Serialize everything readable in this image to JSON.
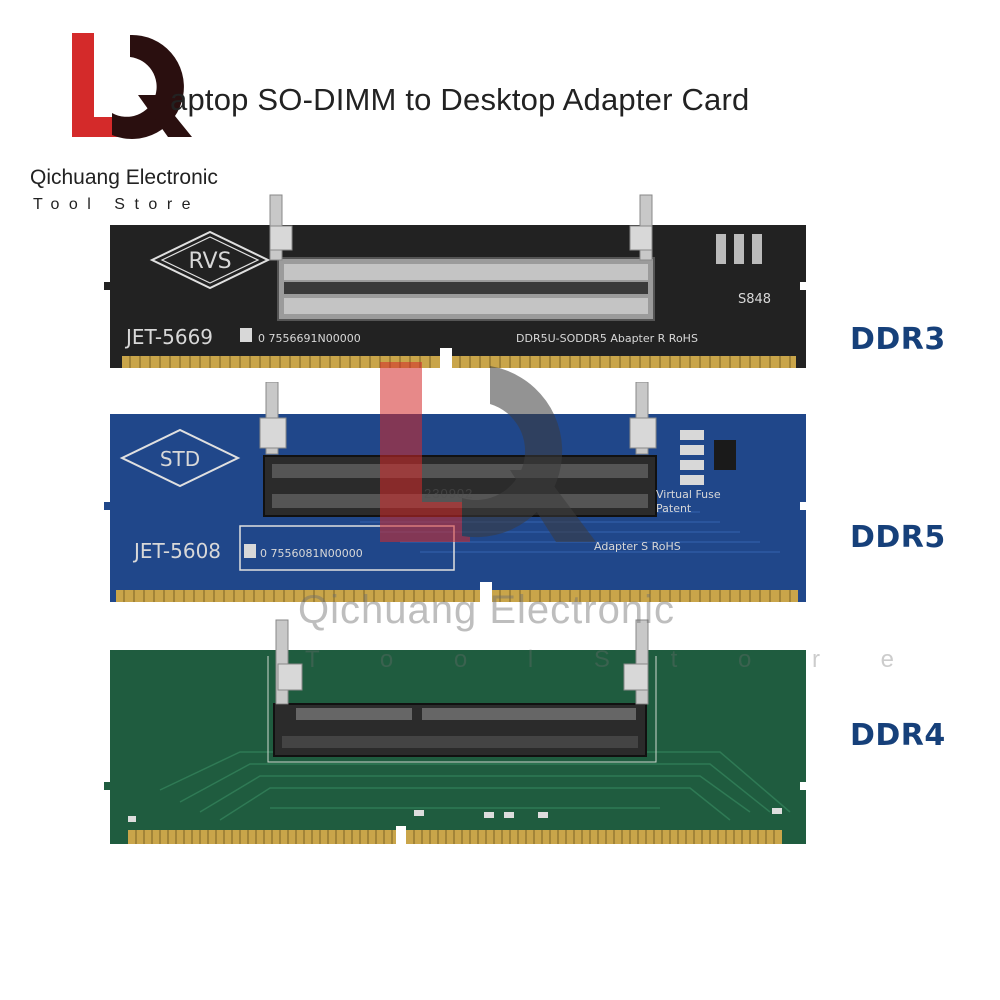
{
  "header": {
    "title": "aptop SO-DIMM to Desktop Adapter Card",
    "brand_name": "Qichuang Electronic",
    "brand_sub": "Tool Store"
  },
  "boards": {
    "ddr3": {
      "label": "DDR3",
      "logo": "RVS",
      "model": "JET-5669",
      "serial": "0  7556691N00000",
      "marking": "DDR5U-SODDR5  Abapter R   RoHS",
      "code": "S848",
      "color": "#222222"
    },
    "ddr5": {
      "label": "DDR5",
      "logo": "STD",
      "model": "JET-5608",
      "serial": "0  7556081N00000",
      "marking_1": "Virtual  Fuse",
      "marking_2": "Patent",
      "marking_3": "Adapter  S     RoHS",
      "color": "#20478a"
    },
    "ddr4": {
      "label": "DDR4",
      "color": "#1f5c3f"
    }
  },
  "watermark": {
    "text": "Qichuang Electronic",
    "sub": "T o o l   S t o r e",
    "code": "230902"
  },
  "colors": {
    "logo_red": "#d42a2a",
    "logo_dark": "#2a0f0f",
    "label_blue": "#16407a",
    "gold_fingers": "#c9a54a"
  }
}
